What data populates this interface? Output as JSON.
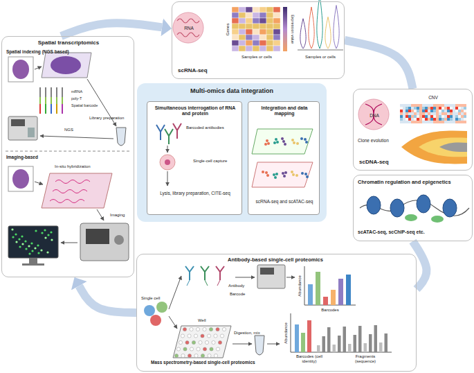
{
  "diagram": {
    "nodes": [
      {
        "text": [
          "Spatial transcriptomics",
          "Spatial indexing (NGS based)",
          "mRNA",
          "poly-T",
          "Spatial barcode",
          "Library preparation",
          "NGS",
          "Imaging-based",
          "In-situ hybridization",
          "Imaging"
        ]
      },
      {
        "text": [
          "scRNA-seq",
          "RNA",
          "Genes",
          "Samples or cells",
          "Expression value",
          "Samples or cells"
        ]
      },
      {
        "text": [
          "Multi-omics data integration"
        ]
      },
      {
        "text": [
          "Simultaneous interrogation of RNA and protein",
          "Barcoded antibodies",
          "Single-cell capture",
          "Lysis, library preparation, CITE-seq"
        ],
        "in": 2
      },
      {
        "text": [
          "Integration and data mapping",
          "scRNA-seq and scATAC-seq"
        ],
        "in": 2
      },
      {
        "text": [
          "DNA",
          "CNV",
          "Clone evolution",
          "scDNA-seq"
        ]
      },
      {
        "text": [
          "Chromatin regulation and epigenetics",
          "scATAC-seq, scChIP-seq etc."
        ]
      },
      {
        "text": [
          "Antibody-based single-cell proteomics",
          "Single cell",
          "Antibody",
          "Barcode",
          "Abundance",
          "Barcodes",
          "Well",
          "Digestion, mix",
          "Abundance",
          "Barcodes (cell identity)",
          "Fragments (sequence)",
          "Mass spectrometry-based single-cell proteomics"
        ]
      }
    ],
    "edges": [
      {
        "from": 0,
        "to": 1,
        "arrow": "to"
      },
      {
        "from": 1,
        "to": 5,
        "arrow": "none"
      },
      {
        "from": 6,
        "to": 7,
        "arrow": "none"
      },
      {
        "from": 7,
        "to": 0,
        "arrow": "to"
      }
    ]
  }
}
